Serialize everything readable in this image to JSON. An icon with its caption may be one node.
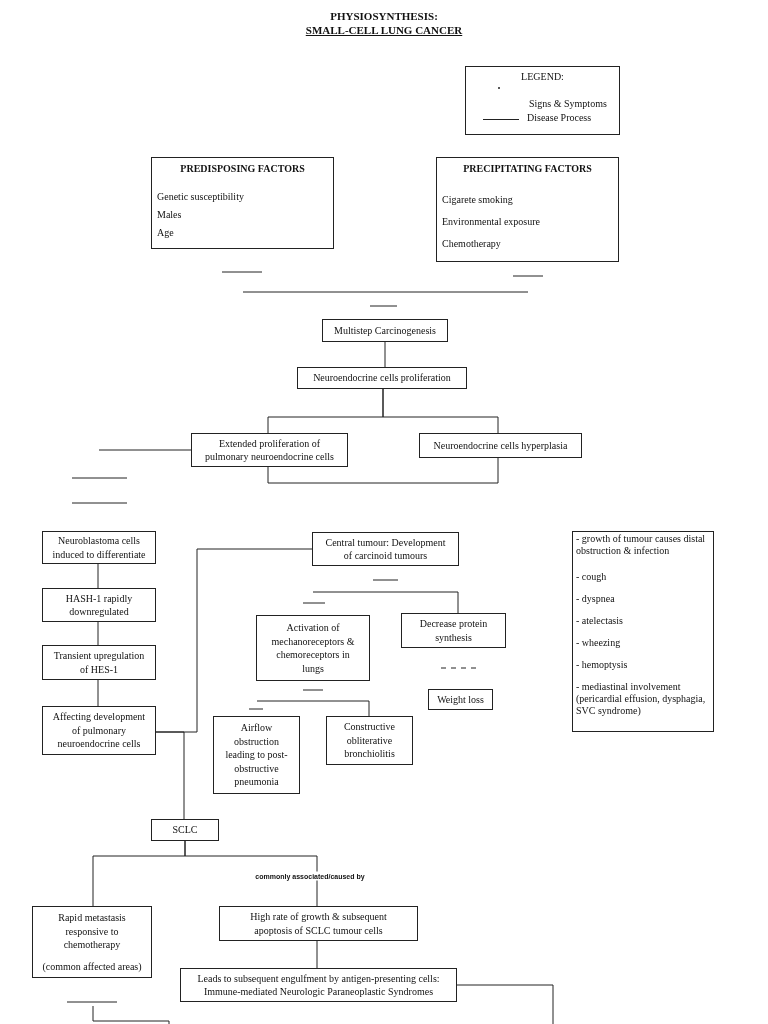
{
  "diagram": {
    "title": "PHYSIOSYNTHESIS:",
    "nodes": [
      {
        "text": [
          "PREDISPOSING FACTORS",
          "Genetic susceptibility",
          "Males",
          "Age"
        ]
      },
      {
        "text": [
          "PRECIPITATING FACTORS",
          "Cigarete smoking",
          "Environmental exposure",
          "Chemotherapy"
        ]
      },
      {
        "text": [
          "Multistep Carcinogenesis"
        ]
      },
      {
        "text": [
          "Neuroendocrine cells proliferation"
        ]
      },
      {
        "text": [
          "Extended proliferation of pulmonary neuroendocrine cells"
        ]
      },
      {
        "text": [
          "Neuroendocrine cells hyperplasia"
        ]
      },
      {
        "text": [
          "Neuroblastoma cells induced to differentiate"
        ]
      },
      {
        "text": [
          "HASH-1 rapidly downregulated"
        ]
      },
      {
        "text": [
          "Transient upregulation of HES-1"
        ]
      },
      {
        "text": [
          "Affecting development of pulmonary neuroendocrine cells"
        ]
      },
      {
        "text": [
          "Central tumour: Development of carcinoid tumours"
        ]
      },
      {
        "text": [
          "Activation of mechanoreceptors & chemoreceptors in lungs"
        ]
      },
      {
        "text": [
          "Decrease protein synthesis"
        ]
      },
      {
        "text": [
          "Weight loss"
        ]
      },
      {
        "text": [
          "Airflow obstruction leading to post-obstructive pneumonia"
        ]
      },
      {
        "text": [
          "Constructive obliterative bronchiolitis"
        ]
      },
      {
        "text": [
          "- growth of tumour causes distal obstruction & infection",
          "- cough",
          "- dyspnea",
          "- atelectasis",
          "- wheezing",
          "- hemoptysis",
          "- mediastinal involvement (pericardial effusion, dysphagia, SVC syndrome)"
        ]
      },
      {
        "text": [
          "SCLC"
        ]
      },
      {
        "text": [
          "Rapid metastasis responsive to chemotherapy",
          "(common affected areas)"
        ]
      },
      {
        "text": [
          "High rate of growth & subsequent apoptosis of SCLC tumour cells"
        ]
      },
      {
        "text": [
          "Leads to subsequent engulfment by antigen-presenting cells: Immune-mediated Neurologic Paraneoplastic Syndromes"
        ]
      }
    ],
    "edges": [
      {
        "from": 2,
        "to": 3,
        "arrow": "none"
      },
      {
        "from": 3,
        "to": 4,
        "arrow": "none"
      },
      {
        "from": 3,
        "to": 5,
        "arrow": "none"
      },
      {
        "from": 4,
        "to": 5,
        "arrow": "none"
      },
      {
        "from": null,
        "to": 4,
        "arrow": "none"
      },
      {
        "from": 6,
        "to": 7,
        "arrow": "none"
      },
      {
        "from": 7,
        "to": 8,
        "arrow": "none"
      },
      {
        "from": 8,
        "to": 9,
        "arrow": "none"
      },
      {
        "from": 9,
        "to": 10,
        "arrow": "none"
      },
      {
        "from": 9,
        "to": 17,
        "arrow": "none"
      },
      {
        "from": null,
        "to": 12,
        "arrow": "none"
      },
      {
        "from": null,
        "to": 15,
        "arrow": "none"
      },
      {
        "from": 17,
        "to": 18,
        "arrow": "none"
      },
      {
        "from": 17,
        "to": 19,
        "arrow": "none",
        "label": "commonly associated/caused by"
      },
      {
        "from": 19,
        "to": 20,
        "arrow": "none"
      },
      {
        "from": 20,
        "to": null,
        "arrow": "none"
      }
    ],
    "labels": [
      "SMALL-CELL LUNG CANCER",
      "LEGEND:"
    ],
    "legend": [
      {
        "text": "Signs & Symptoms"
      },
      {
        "text": "Disease Process"
      }
    ]
  }
}
